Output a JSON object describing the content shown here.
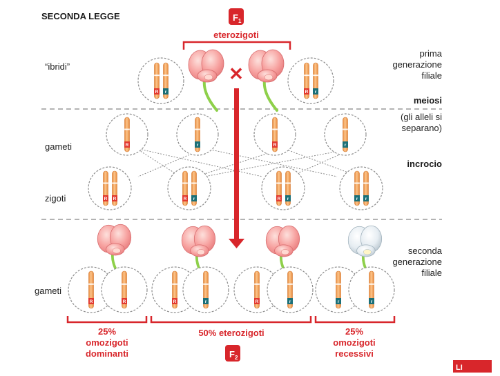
{
  "title": "SECONDA LEGGE",
  "f1_badge": {
    "letter": "F",
    "sub": "1"
  },
  "f1_label": "eterozigoti",
  "cross_symbol": "✕",
  "left_labels": {
    "ibridi": "“ibridi”",
    "gameti_top": "gameti",
    "zigoti": "zigoti",
    "gameti_bottom": "gameti"
  },
  "right_labels": {
    "prima": [
      "prima",
      "generazione",
      "filiale"
    ],
    "meiosi": "meiosi",
    "alleli": [
      "(gli alleli si",
      "separano)"
    ],
    "incrocio": "incrocio",
    "seconda": [
      "seconda",
      "generazione",
      "filiale"
    ]
  },
  "alleles": {
    "dominant": "R",
    "recessive": "r"
  },
  "bottom_groups": [
    {
      "percent": "25%",
      "lines": [
        "omozigoti",
        "dominanti"
      ]
    },
    {
      "percent": "50% eterozigoti",
      "lines": []
    },
    {
      "percent": "25%",
      "lines": [
        "omozigoti",
        "recessivi"
      ]
    }
  ],
  "f2_badge": {
    "letter": "F",
    "sub": "2"
  },
  "corner_mark": "LI",
  "colors": {
    "accent_red": "#d8262b",
    "chromosome": "#f4a35a",
    "allele_dominant": "#e2392f",
    "allele_recessive": "#1b6f77",
    "flower_pink": "#f7a2a0",
    "flower_white": "#e8eef3",
    "stem_green": "#8ed04a",
    "dashed_gray": "#9a9a9a"
  }
}
